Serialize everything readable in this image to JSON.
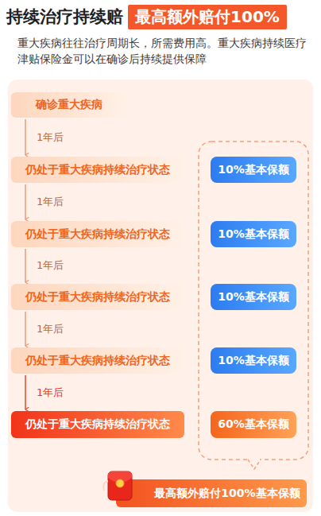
{
  "diagram": {
    "title": "持续治疗持续赔",
    "nodes": [
      {
        "text": [
          "最高额外赔付100%"
        ]
      },
      {
        "text": [
          "确诊重大疾病"
        ]
      },
      {
        "text": [
          "仍处于重大疾病持续治疗状态"
        ]
      },
      {
        "text": [
          "10%基本保额"
        ]
      },
      {
        "text": [
          "仍处于重大疾病持续治疗状态"
        ]
      },
      {
        "text": [
          "10%基本保额"
        ]
      },
      {
        "text": [
          "仍处于重大疾病持续治疗状态"
        ]
      },
      {
        "text": [
          "10%基本保额"
        ]
      },
      {
        "text": [
          "仍处于重大疾病持续治疗状态"
        ]
      },
      {
        "text": [
          "10%基本保额"
        ]
      },
      {
        "text": [
          "仍处于重大疾病持续治疗状态"
        ]
      },
      {
        "text": [
          "60%基本保额"
        ]
      },
      {
        "text": [
          "最高额外赔付100%基本保额"
        ]
      }
    ],
    "edges": [
      {
        "from": 1,
        "to": 2,
        "label": "1年后",
        "arrow": "to"
      },
      {
        "from": 2,
        "to": 4,
        "label": "1年后",
        "arrow": "to"
      },
      {
        "from": 4,
        "to": 6,
        "label": "1年后",
        "arrow": "to"
      },
      {
        "from": 6,
        "to": 8,
        "label": "1年后",
        "arrow": "to"
      },
      {
        "from": 8,
        "to": 10,
        "label": "1年后",
        "arrow": "to"
      }
    ],
    "labels": [
      "重大疾病往往治疗周期长，所需费用高。重大疾病持续医疗津贴保险金可以在确诊后持续提供保障"
    ]
  }
}
